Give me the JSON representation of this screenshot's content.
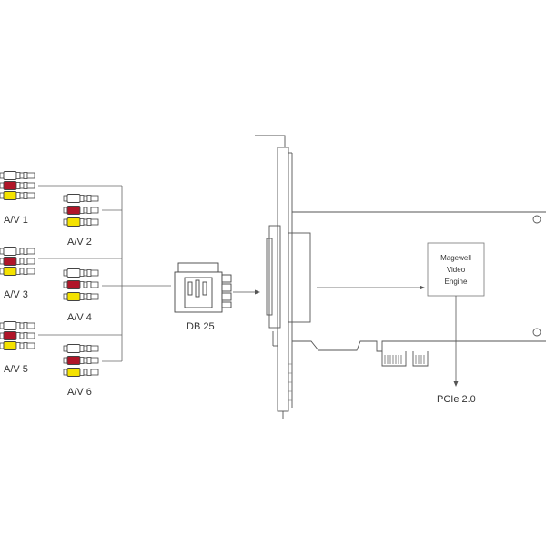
{
  "diagram": {
    "av_labels": [
      "A/V 1",
      "A/V 2",
      "A/V 3",
      "A/V 4",
      "A/V 5",
      "A/V 6"
    ],
    "connector_label": "DB 25",
    "engine_lines": [
      "Magewell",
      "Video",
      "Engine"
    ],
    "bus_label": "PCIe 2.0"
  },
  "colors": {
    "line": "#555555",
    "plug_white": "#ffffff",
    "plug_red": "#b01528",
    "plug_yellow": "#f4e200",
    "text": "#333333"
  }
}
